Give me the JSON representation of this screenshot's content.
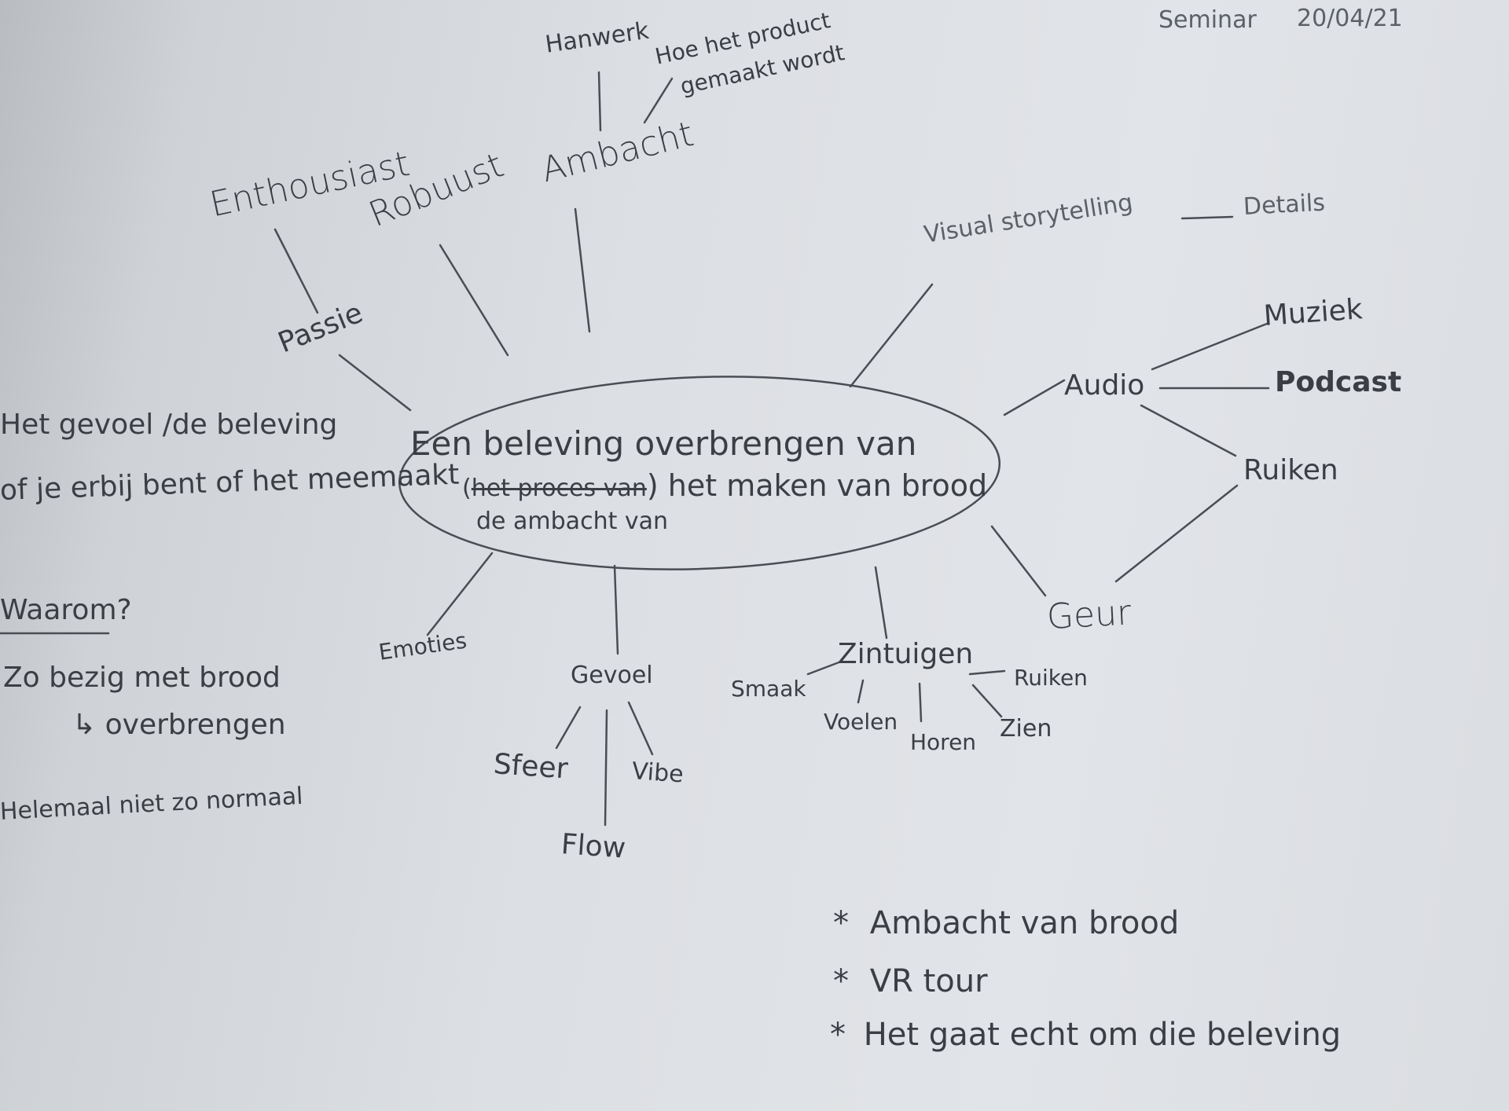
{
  "header": {
    "left": "Seminar",
    "right": "20/04/21"
  },
  "center": {
    "line1": "Een beleving overbrengen van",
    "line2_open": "(",
    "line2_struck": "het proces van",
    "line2_rest": ") het maken van brood",
    "line3": "de ambacht van"
  },
  "nodes": {
    "hanwerk": "Hanwerk",
    "hoe1": "Hoe het product",
    "hoe2": "gemaakt wordt",
    "ambacht": "Ambacht",
    "robuust": "Robuust",
    "enthousiast": "Enthousiast",
    "passie": "Passie",
    "visual": "Visual storytelling",
    "details": "Details",
    "muziek": "Muziek",
    "audio": "Audio",
    "podcast": "Podcast",
    "ruiken1": "Ruiken",
    "geur": "Geur",
    "zintuigen": "Zintuigen",
    "smaak": "Smaak",
    "voelen": "Voelen",
    "horen": "Horen",
    "zien": "Zien",
    "ruiken2": "Ruiken",
    "gevoel": "Gevoel",
    "sfeer": "Sfeer",
    "vibe": "Vibe",
    "flow": "Flow",
    "emoties": "Emoties"
  },
  "left_notes": {
    "line1": "Het gevoel /de beleving",
    "line2": "of je erbij bent of het meemaakt",
    "waarom": "Waarom?",
    "zo": "Zo bezig met brood",
    "overbrengen": "overbrengen",
    "arrow": "↳",
    "helemaal": "Helemaal niet zo normaal"
  },
  "bullets": {
    "mark": "*",
    "items": [
      "Ambacht van brood",
      "VR tour",
      "Het gaat echt om die beleving"
    ]
  },
  "colors": {
    "ink": "#3b3e44",
    "paper": "#e1e4e8"
  }
}
